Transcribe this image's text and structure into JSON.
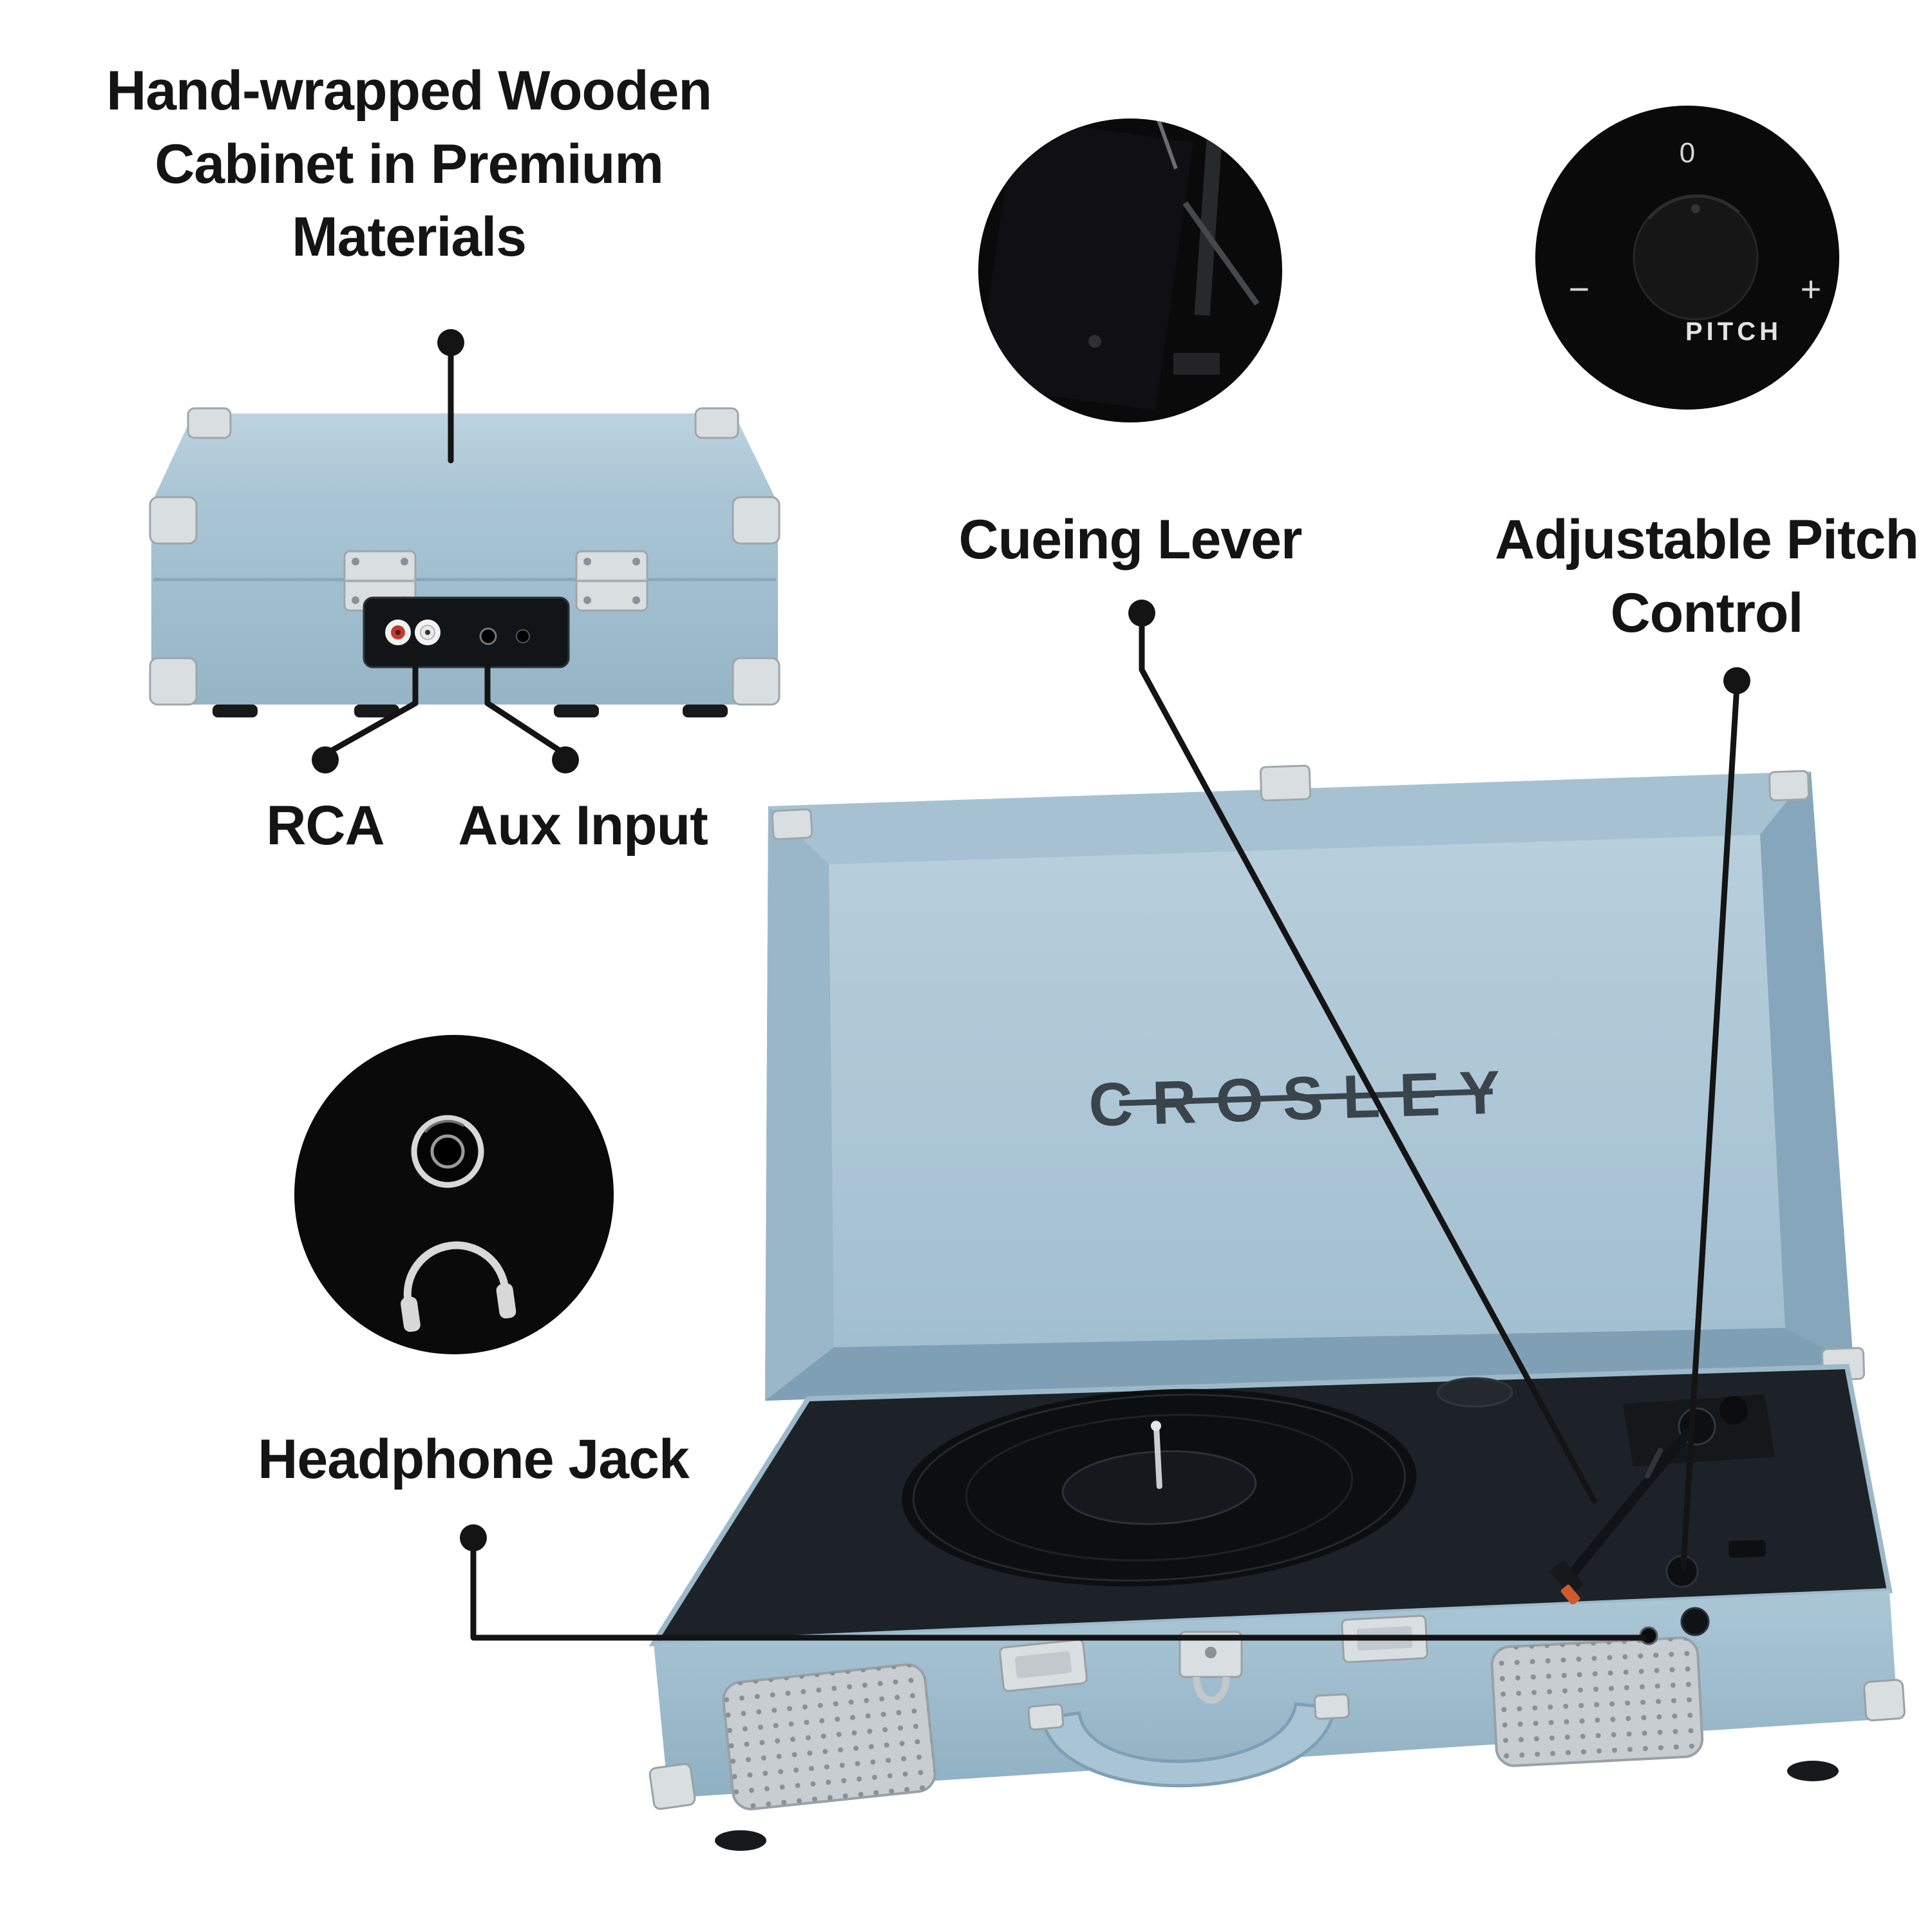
{
  "page": {
    "background": "#ffffff"
  },
  "brand": {
    "logo": "CROSLEY"
  },
  "callouts": {
    "cabinet": {
      "label": "Hand-wrapped Wooden Cabinet in Premium Materials"
    },
    "rca": {
      "label": "RCA"
    },
    "aux": {
      "label": "Aux Input"
    },
    "cueing": {
      "label": "Cueing Lever"
    },
    "pitch": {
      "label": "Adjustable Pitch Control"
    },
    "headphone": {
      "label": "Headphone Jack"
    }
  },
  "pitch_inset": {
    "zero": "0",
    "minus": "−",
    "plus": "+",
    "pitch_label": "PITCH"
  },
  "icons": {
    "headphone": "headphone-icon",
    "rca_ports": "rca-ports-icon",
    "aux_port": "aux-port-icon",
    "headphone_jack_port": "headphone-jack-port-icon"
  },
  "colors": {
    "case_blue": "#a5c2d3",
    "case_blue_light": "#b6cdda",
    "case_blue_dark": "#8fafc2",
    "chrome": "#d9dee1",
    "deck_black": "#1c2227",
    "line_black": "#141414",
    "inset_black": "#0a0a0b",
    "logo_gray": "#39444b",
    "cartridge_orange": "#cf5a2b",
    "rca_red": "#c23b2e"
  }
}
